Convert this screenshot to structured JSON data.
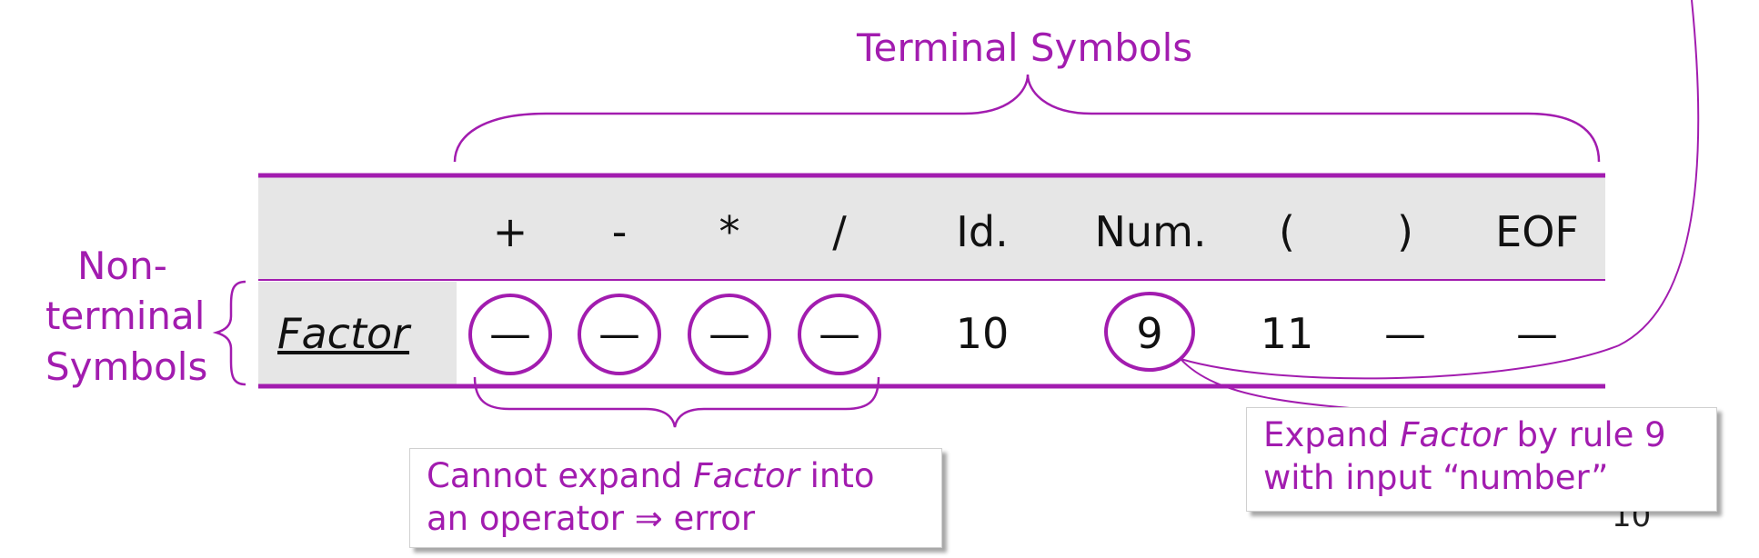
{
  "terminal_label": "Terminal Symbols",
  "nonterminal_label": {
    "line1": "Non-",
    "line2": "terminal",
    "line3": "Symbols"
  },
  "table": {
    "columns": [
      "+",
      "-",
      "*",
      "/",
      "Id.",
      "Num.",
      "(",
      ")",
      "EOF"
    ],
    "row_label": "Factor",
    "row_values": [
      "—",
      "—",
      "—",
      "—",
      "10",
      "9",
      "11",
      "—",
      "—"
    ]
  },
  "notes": {
    "error_note": {
      "part1": "Cannot expand ",
      "italic": "Factor",
      "part2": " into",
      "line2": "an operator ⇒ error"
    },
    "rule_note": {
      "part1": "Expand ",
      "italic": "Factor",
      "part2": " by rule 9",
      "line2": "with input “number”"
    }
  },
  "page_number": "10",
  "colors": {
    "accent": "#a21caf",
    "table_rule": "#a21caf",
    "header_bg": "#e6e6e6"
  }
}
